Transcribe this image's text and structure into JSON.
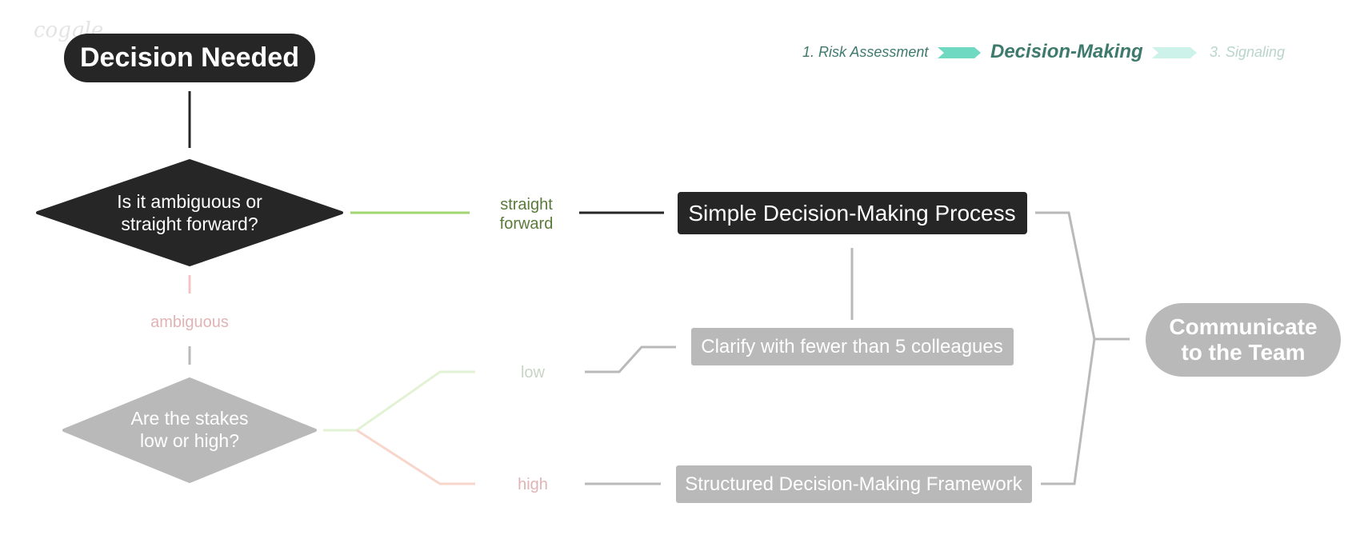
{
  "watermark": "coggle",
  "breadcrumb": {
    "step1": "1. Risk Assessment",
    "step2": "Decision-Making",
    "step3": "3. Signaling"
  },
  "nodes": {
    "decision_needed": "Decision Needed",
    "question1": [
      "Is it ambiguous or",
      "straight forward?"
    ],
    "question2": [
      "Are the stakes",
      "low or high?"
    ],
    "simple_process": "Simple Decision-Making Process",
    "clarify": "Clarify with fewer than 5 colleagues",
    "structured": "Structured Decision-Making Framework",
    "communicate": [
      "Communicate",
      "to the Team"
    ]
  },
  "edge_labels": {
    "straight_forward": [
      "straight",
      "forward"
    ],
    "ambiguous": "ambiguous",
    "low": "low",
    "high": "high"
  },
  "colors": {
    "dark_node": "#262626",
    "grey_node": "#b9b9b9",
    "teal_text": "#3d7a6c",
    "teal_arrow": "#6fd9c2",
    "teal_arrow_faded": "#cdf2ea",
    "green_edge": "#9fd66f",
    "green_label": "#5a7a3a",
    "pink_faded": "#f2c4c4",
    "pink_label": "#e0b4b4",
    "green_faded": "#e2f2d4"
  }
}
